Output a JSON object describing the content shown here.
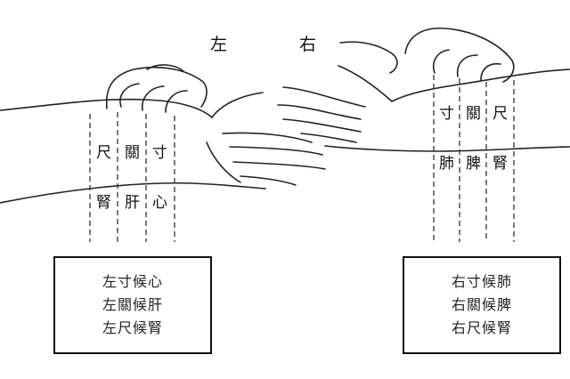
{
  "title": {
    "left": "左",
    "right": "右"
  },
  "left_positions": {
    "row1": [
      "尺",
      "關",
      "寸"
    ],
    "row2": [
      "腎",
      "肝",
      "心"
    ]
  },
  "right_positions": {
    "row1": [
      "寸",
      "關",
      "尺"
    ],
    "row2": [
      "肺",
      "脾",
      "腎"
    ]
  },
  "left_box": [
    "左寸候心",
    "左關候肝",
    "左尺候腎"
  ],
  "right_box": [
    "右寸候肺",
    "右關候脾",
    "右尺候腎"
  ]
}
